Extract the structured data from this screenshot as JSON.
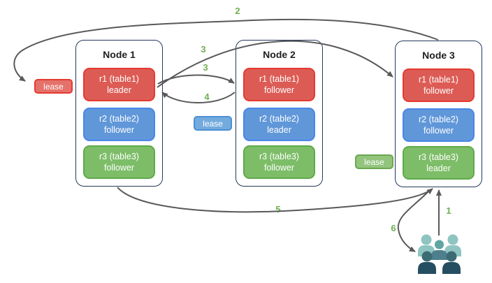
{
  "diagram": {
    "nodes": [
      {
        "title": "Node 1",
        "replicas": [
          {
            "name": "r1 (table1)",
            "role": "leader",
            "color": "#dc5c55"
          },
          {
            "name": "r2 (table2)",
            "role": "follower",
            "color": "#6097d9"
          },
          {
            "name": "r3 (table3)",
            "role": "follower",
            "color": "#7dbd68"
          }
        ]
      },
      {
        "title": "Node 2",
        "replicas": [
          {
            "name": "r1 (table1)",
            "role": "follower",
            "color": "#dc5c55"
          },
          {
            "name": "r2 (table2)",
            "role": "leader",
            "color": "#6097d9"
          },
          {
            "name": "r3 (table3)",
            "role": "follower",
            "color": "#7dbd68"
          }
        ]
      },
      {
        "title": "Node 3",
        "replicas": [
          {
            "name": "r1 (table1)",
            "role": "follower",
            "color": "#dc5c55"
          },
          {
            "name": "r2 (table2)",
            "role": "follower",
            "color": "#6097d9"
          },
          {
            "name": "r3 (table3)",
            "role": "leader",
            "color": "#7dbd68"
          }
        ]
      }
    ],
    "leases": [
      {
        "label": "lease",
        "color": "#e4726b"
      },
      {
        "label": "lease",
        "color": "#74abde"
      },
      {
        "label": "lease",
        "color": "#93c47d"
      }
    ],
    "steps": {
      "s1": "1",
      "s2": "2",
      "s3a": "3",
      "s3b": "3",
      "s4": "4",
      "s5": "5",
      "s6": "6"
    },
    "icons": {
      "users_group": "users-group-icon"
    },
    "colors": {
      "node_border": "#24385c",
      "arrow": "#595959",
      "step_label": "#6fae53",
      "red_fill": "#dc5c55",
      "red_border": "#e53a30",
      "blue_fill": "#6097d9",
      "blue_border": "#4a86e8",
      "green_fill": "#7dbd68",
      "green_border": "#5faa4a",
      "users_light_teal": "#8ec4c1",
      "users_mid_teal": "#5fa5a3",
      "users_slate": "#4e7f8d",
      "users_dark": "#254e60"
    }
  }
}
